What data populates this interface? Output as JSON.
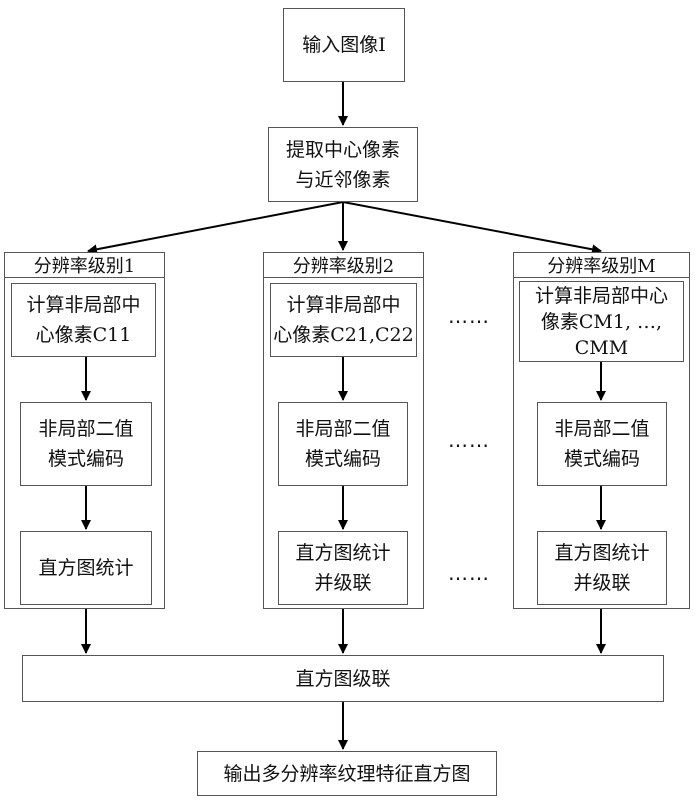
{
  "input_box": "输入图像I",
  "extract_box": "提取中心像素\n与近邻像素",
  "branches": [
    {
      "title": "分辨率级别1",
      "compute": "计算非局部中\n心像素C11",
      "encode": "非局部二值\n模式编码",
      "histogram": "直方图统计"
    },
    {
      "title": "分辨率级别2",
      "compute": "计算非局部中\n心像素C21,C22",
      "encode": "非局部二值\n模式编码",
      "histogram": "直方图统计\n并级联"
    },
    {
      "title": "分辨率级别M",
      "compute": "计算非局部中心\n像素CM1, …,\nCMM",
      "encode": "非局部二值\n模式编码",
      "histogram": "直方图统计\n并级联"
    }
  ],
  "ellipsis": [
    "……",
    "……",
    "……"
  ],
  "cascade_box": "直方图级联",
  "output_box": "输出多分辨率纹理特征直方图"
}
